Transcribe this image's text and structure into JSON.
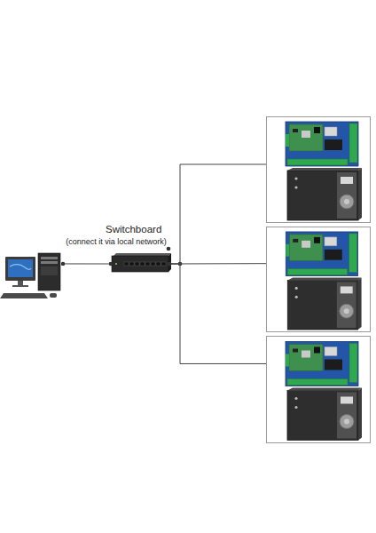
{
  "diagram": {
    "nodes": [
      {
        "text": []
      },
      {
        "text": [
          "Switchboard",
          "(connect it via local network)"
        ]
      },
      {
        "text": []
      },
      {
        "text": []
      },
      {
        "text": []
      }
    ],
    "edges": [
      {
        "from": 0,
        "to": 1,
        "arrow": "none"
      },
      {
        "from": 1,
        "to": 2,
        "arrow": "none"
      },
      {
        "from": 1,
        "to": 3,
        "arrow": "none"
      },
      {
        "from": 1,
        "to": 4,
        "arrow": "none"
      }
    ]
  }
}
